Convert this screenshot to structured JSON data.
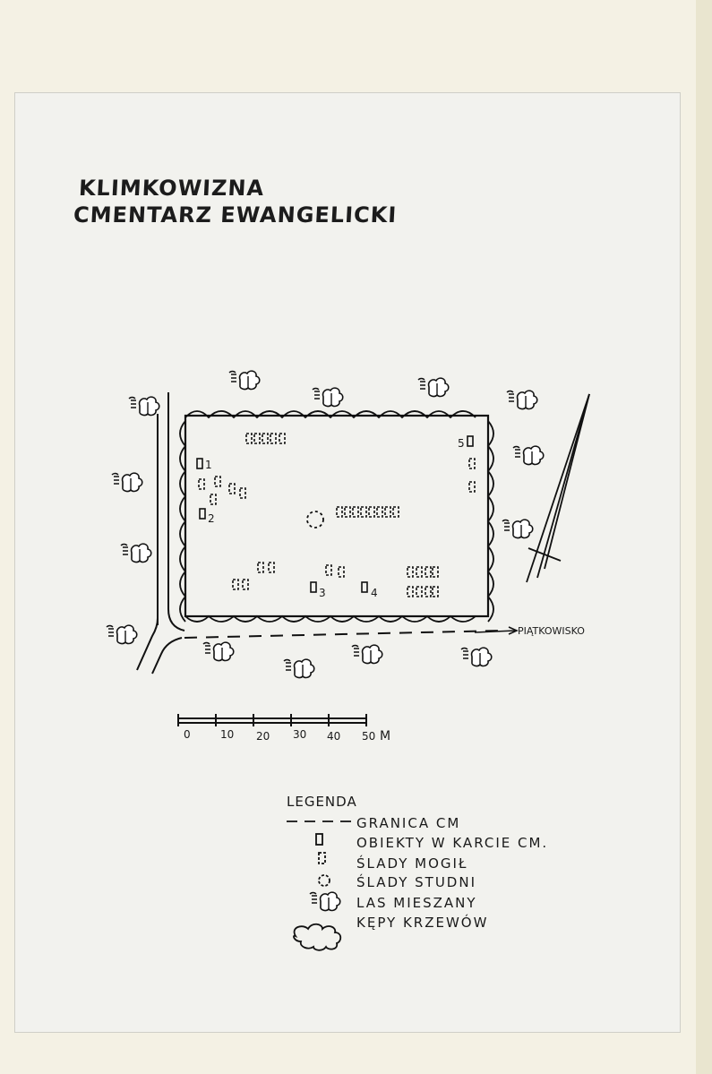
{
  "title": {
    "line1": "KLIMKOWIZNA",
    "line2": "CMENTARZ EWANGELICKI"
  },
  "map": {
    "direction_label": "PIĄTKOWISKO",
    "object_numbers": [
      "1",
      "2",
      "3",
      "4",
      "5"
    ]
  },
  "scale": {
    "ticks": [
      "0",
      "10",
      "20",
      "30",
      "40",
      "50"
    ],
    "unit": "M"
  },
  "legend": {
    "title": "LEGENDA",
    "items": [
      {
        "symbol": "dashed-line-icon",
        "label": "GRANICA CM"
      },
      {
        "symbol": "grave-object-icon",
        "label": "OBIEKTY W KARCIE CM."
      },
      {
        "symbol": "grave-trace-icon",
        "label": "ŚLADY MOGIŁ"
      },
      {
        "symbol": "well-trace-icon",
        "label": "ŚLADY STUDNI"
      },
      {
        "symbol": "tree-icon",
        "label": "LAS MIESZANY"
      },
      {
        "symbol": "shrub-icon",
        "label": "KĘPY KRZEWÓW"
      }
    ]
  }
}
